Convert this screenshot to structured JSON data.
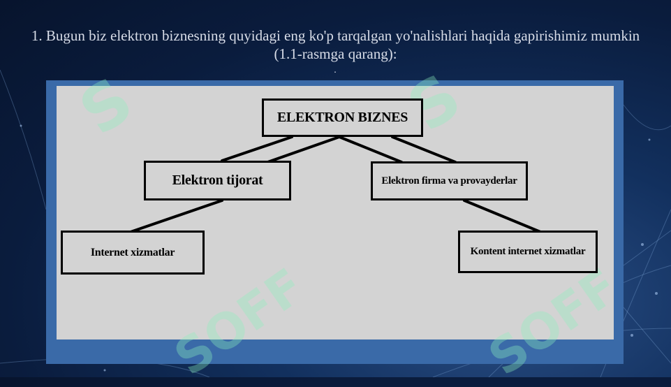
{
  "slide": {
    "caption": "1. Bugun biz elektron biznesning quyidagi eng ko'p tarqalgan yo'nalishlari haqida gapirishimiz mumkin (1.1-rasmga qarang):",
    "dot": "."
  },
  "diagram": {
    "root": "ELEKTRON BIZNES",
    "left_branch": "Elektron tijorat",
    "right_branch": "Elektron firma va provayderlar",
    "left_leaf": "Internet xizmatlar",
    "right_leaf": "Kontent internet xizmatlar"
  },
  "watermark": {
    "text": "SOFF",
    "color": "#8cf0be"
  },
  "colors": {
    "background": "#0a1c3d",
    "frame": "#3a6aa8",
    "canvas": "#d3d3d3",
    "caption": "#d8dde8"
  }
}
